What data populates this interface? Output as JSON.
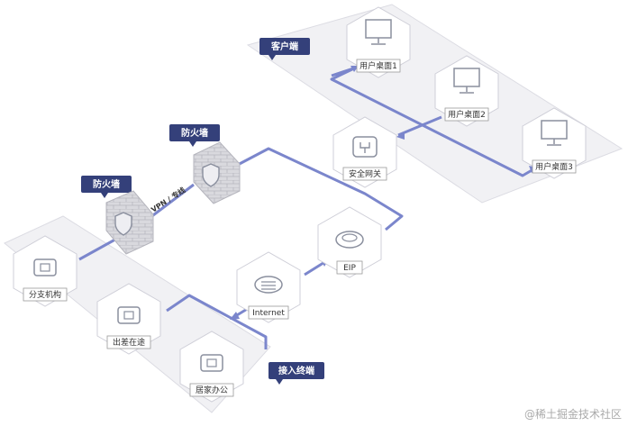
{
  "colors": {
    "link": "#7b86cc",
    "tag_bg": "#34407a",
    "platform": "#f1f1f4",
    "platform_edge": "#dcdce3",
    "node_fill": "#ffffff",
    "node_edge": "#cfcfd8",
    "icon": "#8a8f9e"
  },
  "groups": {
    "clients_label": "客户端",
    "access_label": "接入终端"
  },
  "firewalls": [
    {
      "label": "防火墙"
    },
    {
      "label": "防火墙"
    }
  ],
  "edge_labels": {
    "vpn": "VPN / 专线"
  },
  "nodes": {
    "desktop1": {
      "label": "用户桌面1",
      "icon": "monitor-icon"
    },
    "desktop2": {
      "label": "用户桌面2",
      "icon": "monitor-icon"
    },
    "desktop3": {
      "label": "用户桌面3",
      "icon": "monitor-icon"
    },
    "gateway": {
      "label": "安全网关",
      "icon": "gateway-icon"
    },
    "eip": {
      "label": "EIP",
      "icon": "eip-icon"
    },
    "internet": {
      "label": "Internet",
      "icon": "internet-icon"
    },
    "branch": {
      "label": "分支机构",
      "icon": "branch-icon"
    },
    "travel": {
      "label": "出差在途",
      "icon": "travel-icon"
    },
    "home": {
      "label": "居家办公",
      "icon": "home-office-icon"
    }
  },
  "watermark": "@稀土掘金技术社区"
}
